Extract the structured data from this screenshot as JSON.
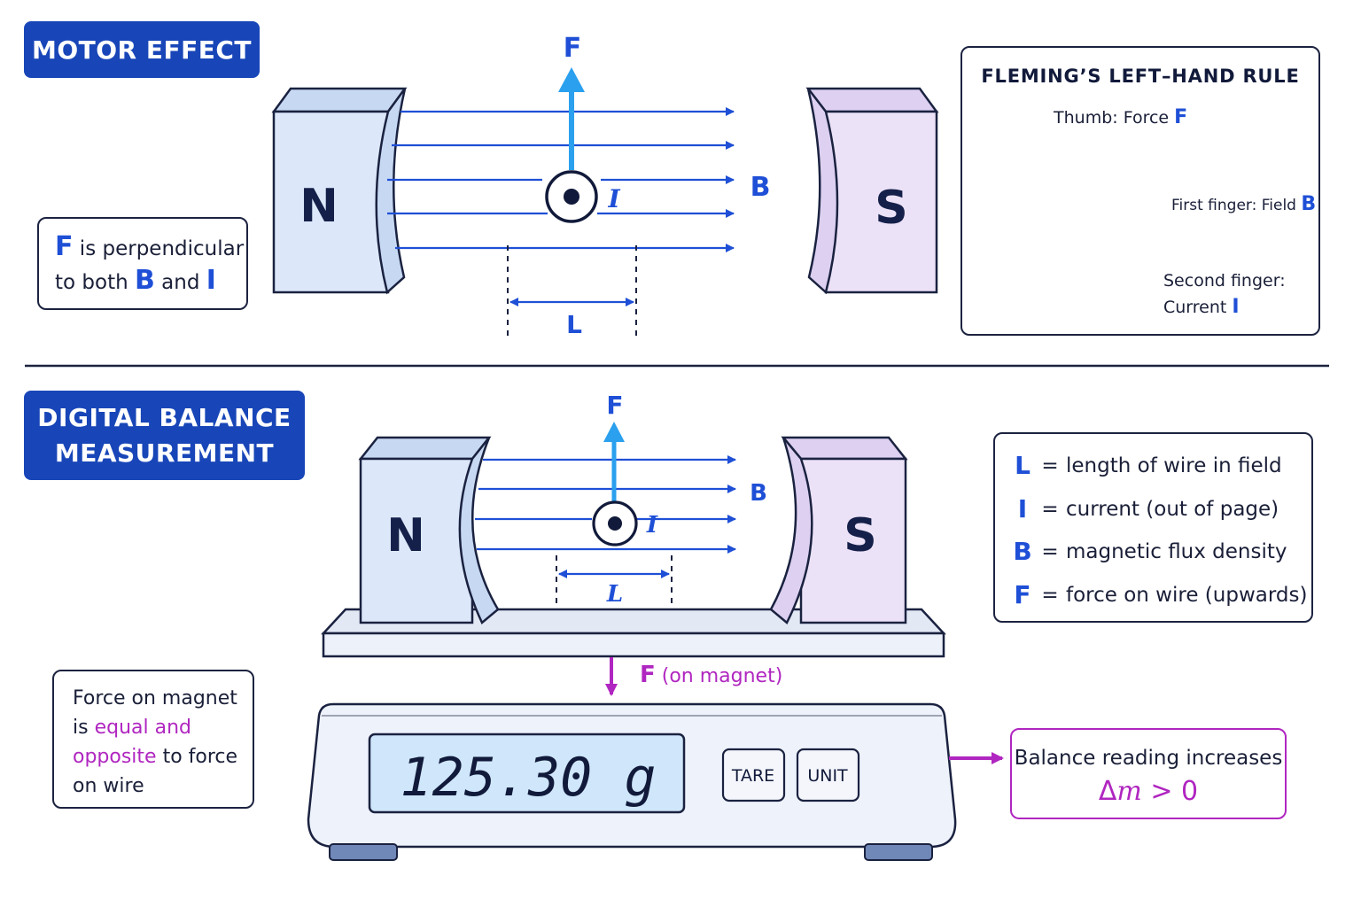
{
  "sections": {
    "motor_effect": "MOTOR EFFECT",
    "balance_line1": "DIGITAL BALANCE",
    "balance_line2": "MEASUREMENT"
  },
  "motor": {
    "north": "N",
    "south": "S",
    "force": "F",
    "field": "B",
    "current": "I",
    "length": "L"
  },
  "perp_note": {
    "f": "F",
    "text1": " is perpendicular",
    "text2": "to both ",
    "b": "B",
    "and": " and ",
    "i": "I"
  },
  "fleming": {
    "title": "FLEMING’S LEFT–HAND RULE",
    "thumb": "Thumb: Force ",
    "thumb_sym": "F",
    "first": "First finger: Field ",
    "first_sym": "B",
    "second1": "Second finger:",
    "second2": "Current ",
    "second_sym": "I"
  },
  "balance": {
    "north": "N",
    "south": "S",
    "force": "F",
    "field": "B",
    "current": "I",
    "length": "L",
    "magnet_force_sym": "F",
    "magnet_force_text": " (on magnet)",
    "display": "125.30 g",
    "tare": "TARE",
    "unit": "UNIT"
  },
  "legend": [
    {
      "sym": "L",
      "eq": "=",
      "text": "length of wire in field"
    },
    {
      "sym": "I",
      "eq": "=",
      "text": "current (out of page)"
    },
    {
      "sym": "B",
      "eq": "=",
      "text": "magnetic flux density"
    },
    {
      "sym": "F",
      "eq": "=",
      "text": "force on wire (upwards)"
    }
  ],
  "force_note": {
    "l1": "Force on magnet",
    "l2a": "is ",
    "l2b": "equal and",
    "l3a": "opposite",
    "l3b": " to force",
    "l4": "on wire"
  },
  "reading": {
    "text": "Balance reading increases",
    "delta": "Δ",
    "m": "m",
    "rest": " > 0"
  },
  "colors": {
    "accent_blue": "#1e4fd6",
    "title_blue": "#1846b8",
    "force_arrow": "#2aa0ee",
    "purple": "#b026c0",
    "north_pole": "#dce8fa",
    "south_pole": "#ece2f8"
  }
}
